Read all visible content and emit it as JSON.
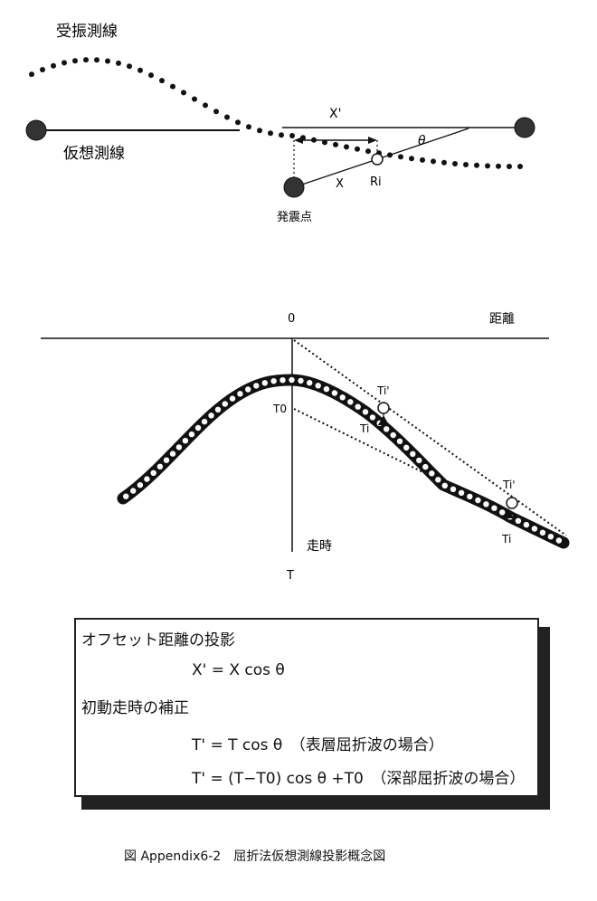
{
  "top": {
    "label_receiver_line": "受振測線",
    "label_virtual_line": "仮想測線",
    "label_x_prime": "X'",
    "label_theta": "θ",
    "label_x": "X",
    "label_ri": "Ri",
    "label_source": "発震点"
  },
  "bottom": {
    "label_zero": "0",
    "label_distance": "距離",
    "label_t0": "T0",
    "label_ti_prime_1": "Ti'",
    "label_ti_1": "Ti",
    "label_ti_prime_2": "Ti'",
    "label_ti_2": "Ti",
    "label_traveltime": "走時",
    "label_t": "T"
  },
  "formula": {
    "heading_offset": "オフセット距離の投影",
    "eq_offset": "X' = X cos θ",
    "heading_correction": "初動走時の補正",
    "eq_shallow": "T' = T cos θ　（表層屈折波の場合）",
    "eq_deep": "T' = (T−T0) cos θ +T0　（深部屈折波の場合）"
  },
  "caption": "図 Appendix6-2　屈折法仮想測線投影概念図"
}
